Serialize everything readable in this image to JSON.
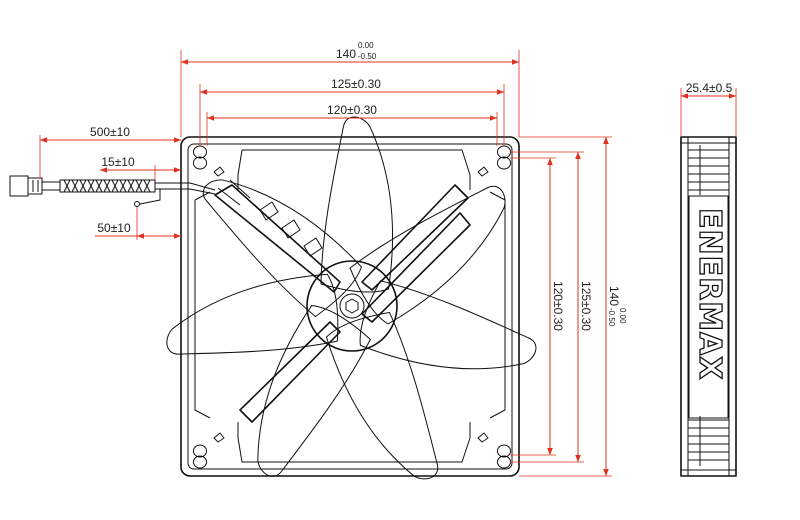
{
  "dimensions": {
    "overall_width": {
      "value": "140",
      "tol_upper": "0.00",
      "tol_lower": "-0.50"
    },
    "mount_outer_width": {
      "label": "125±0.30"
    },
    "mount_inner_width": {
      "label": "120±0.30"
    },
    "cable_length": {
      "label": "500±10"
    },
    "wire_sleeve": {
      "label": "15±10"
    },
    "wire_lead": {
      "label": "50±10"
    },
    "mount_inner_height": {
      "label": "120±0.30"
    },
    "mount_outer_height": {
      "label": "125±0.30"
    },
    "overall_height": {
      "value": "140",
      "tol_upper": "0.00",
      "tol_lower": "-0.50"
    },
    "thickness": {
      "label": "25.4±0.5"
    }
  },
  "brand": {
    "text": "ENERMAX"
  },
  "colors": {
    "dimension": "#e0301e",
    "outline": "#111111",
    "background": "#ffffff"
  }
}
